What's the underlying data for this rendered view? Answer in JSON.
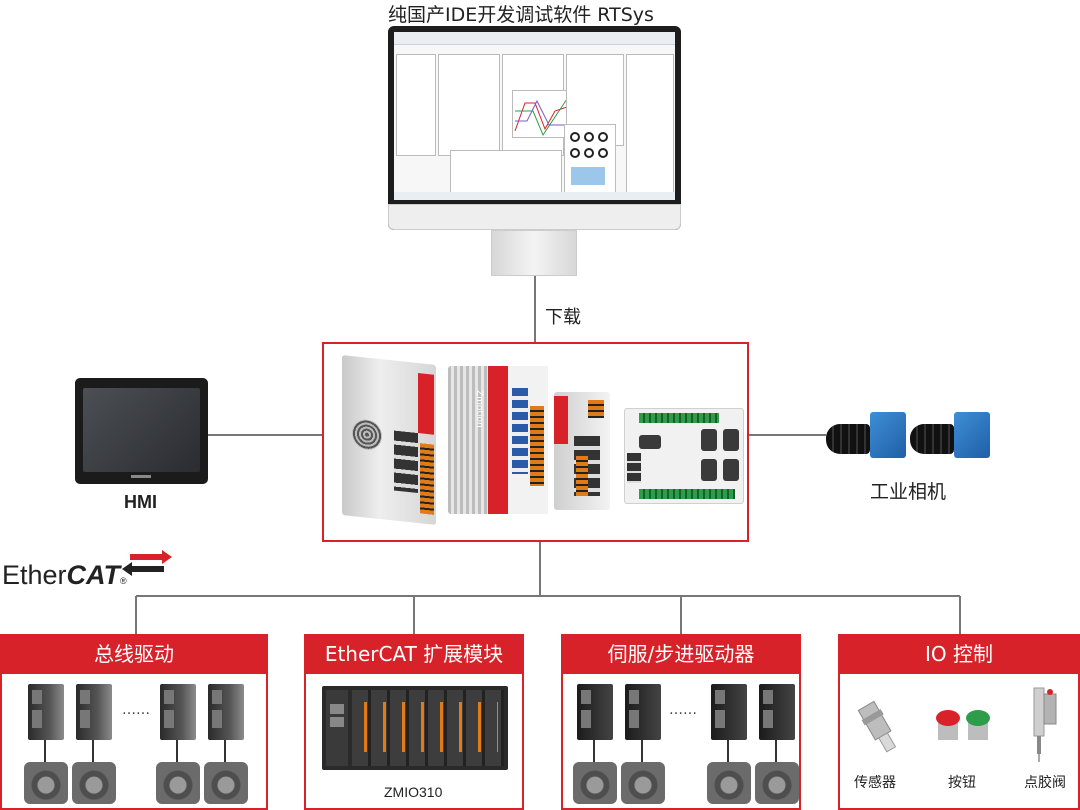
{
  "title": "纯国产IDE开发调试软件 RTSys",
  "download_label": "下载",
  "hmi_label": "HMI",
  "camera_label": "工业相机",
  "ethercat_logo": {
    "text_plain": "Ether",
    "text_bold": "CAT",
    "reg": "®"
  },
  "cards": [
    {
      "title": "总线驱动",
      "ellipsis": "……"
    },
    {
      "title": "EtherCAT 扩展模块",
      "caption": "ZMIO310"
    },
    {
      "title": "伺服/步进驱动器",
      "ellipsis": "……"
    },
    {
      "title": "IO 控制",
      "items": [
        "传感器",
        "按钮",
        "点胶阀"
      ]
    }
  ],
  "controller_brand": "Zmotion",
  "colors": {
    "accent": "#d8222a",
    "line": "#777777"
  }
}
